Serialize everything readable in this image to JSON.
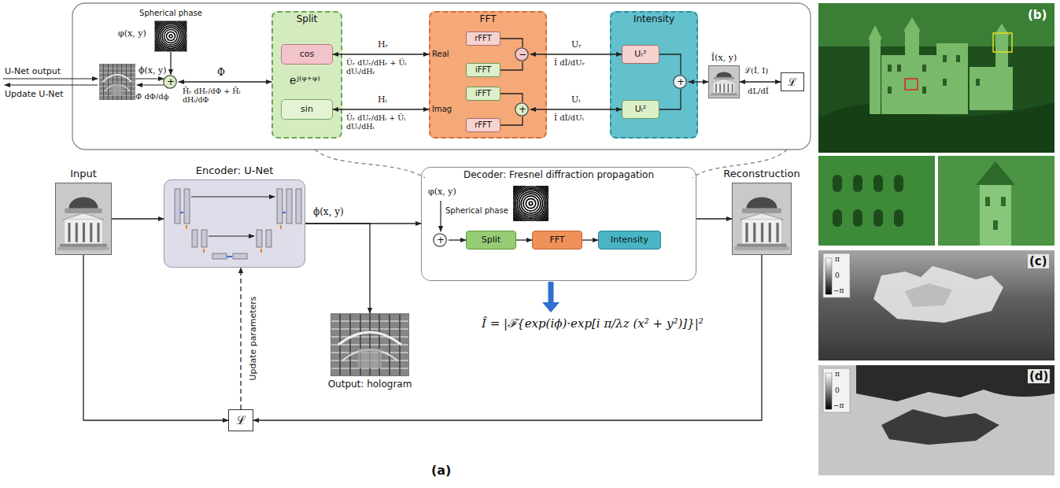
{
  "diagram": {
    "nodes": [
      {
        "text": [
          "Spherical phase"
        ]
      },
      {
        "text": [
          "+"
        ]
      },
      {
        "text": [
          "Split"
        ]
      },
      {
        "text": [
          "cos"
        ],
        "in": 2
      },
      {
        "text": [
          "sin"
        ],
        "in": 2
      },
      {
        "text": [
          "FFT"
        ]
      },
      {
        "text": [
          "rFFT"
        ],
        "in": 5
      },
      {
        "text": [
          "iFFT"
        ],
        "in": 5
      },
      {
        "text": [
          "iFFT"
        ],
        "in": 5
      },
      {
        "text": [
          "rFFT"
        ],
        "in": 5
      },
      {
        "text": [
          "−"
        ],
        "in": 5
      },
      {
        "text": [
          "+"
        ],
        "in": 5
      },
      {
        "text": [
          "Intensity"
        ]
      },
      {
        "text": [
          "Uᵣ²"
        ],
        "in": 12
      },
      {
        "text": [
          "Uᵢ²"
        ],
        "in": 12
      },
      {
        "text": [
          "+"
        ],
        "in": 12
      },
      {
        "text": [
          "Î(x, y)"
        ]
      },
      {
        "text": [
          "ℒ"
        ]
      },
      {
        "text": [
          "Input"
        ]
      },
      {
        "text": [
          "Encoder: U-Net"
        ]
      },
      {
        "text": [
          "Decoder: Fresnel diffraction propagation"
        ]
      },
      {
        "text": [
          "+"
        ],
        "in": 20
      },
      {
        "text": [
          "Split"
        ],
        "in": 20
      },
      {
        "text": [
          "FFT"
        ],
        "in": 20
      },
      {
        "text": [
          "Intensity"
        ],
        "in": 20
      },
      {
        "text": [
          "Reconstruction"
        ]
      },
      {
        "text": [
          "Output: hologram"
        ]
      },
      {
        "text": [
          "ℒ"
        ]
      }
    ],
    "edges": [
      {
        "from": 0,
        "to": 1,
        "arrow": "to"
      },
      {
        "from": 1,
        "to": 2,
        "arrow": "both"
      },
      {
        "from": 3,
        "to": 5,
        "arrow": "both"
      },
      {
        "from": 4,
        "to": 5,
        "arrow": "both"
      },
      {
        "from": 6,
        "to": 10,
        "arrow": "none"
      },
      {
        "from": 7,
        "to": 10,
        "arrow": "none"
      },
      {
        "from": 8,
        "to": 11,
        "arrow": "none"
      },
      {
        "from": 9,
        "to": 11,
        "arrow": "none"
      },
      {
        "from": 10,
        "to": 13,
        "arrow": "both"
      },
      {
        "from": 11,
        "to": 14,
        "arrow": "both"
      },
      {
        "from": 13,
        "to": 15,
        "arrow": "none"
      },
      {
        "from": 14,
        "to": 15,
        "arrow": "none"
      },
      {
        "from": 15,
        "to": 16,
        "arrow": "both"
      },
      {
        "from": 16,
        "to": 17,
        "arrow": "both"
      },
      {
        "from": 18,
        "to": 19,
        "arrow": "to"
      },
      {
        "from": 19,
        "to": 20,
        "arrow": "to"
      },
      {
        "from": 19,
        "to": 26,
        "arrow": "to"
      },
      {
        "from": 21,
        "to": 22,
        "arrow": "to"
      },
      {
        "from": 22,
        "to": 23,
        "arrow": "to"
      },
      {
        "from": 23,
        "to": 24,
        "arrow": "to"
      },
      {
        "from": 20,
        "to": 25,
        "arrow": "to"
      },
      {
        "from": 25,
        "to": 27,
        "arrow": "to"
      },
      {
        "from": 18,
        "to": 27,
        "arrow": "to"
      },
      {
        "from": 27,
        "to": 19,
        "arrow": "to"
      }
    ],
    "labels": [
      "U-Net output",
      "Update U-Net",
      "ϕ(x, y)",
      "Φ̄ dΦ/dϕ",
      "φ(x, y)",
      "Φ",
      "H̄ᵣ dHᵣ/dΦ + H̄ᵢ dHᵢ/dΦ",
      "eʲ⁽ᵠ⁺ᵠ⁾",
      "Hᵣ",
      "Ūᵣ dUᵣ/dHᵣ + Ūᵢ dUᵢ/dHᵣ",
      "Hᵢ",
      "Ūᵣ dUᵣ/dHᵢ + Ūᵢ dUᵢ/dHᵢ",
      "Real",
      "Imag",
      "Uᵣ",
      "Ī dÎ/dUᵣ",
      "Uᵢ",
      "Ī dÎ/dUᵢ",
      "ℒ(Î, I)",
      "dL/dÎ",
      "ϕ(x, y)",
      "φ(x, y)",
      "Spherical phase",
      "Update parameters",
      "Î = |ℱ{exp(iϕ)·exp[i π/λz (x² + y²)]}|²",
      "(a)",
      "(b)",
      "(c)",
      "π",
      "0",
      "−π",
      "(d)",
      "π",
      "0",
      "−π"
    ]
  }
}
